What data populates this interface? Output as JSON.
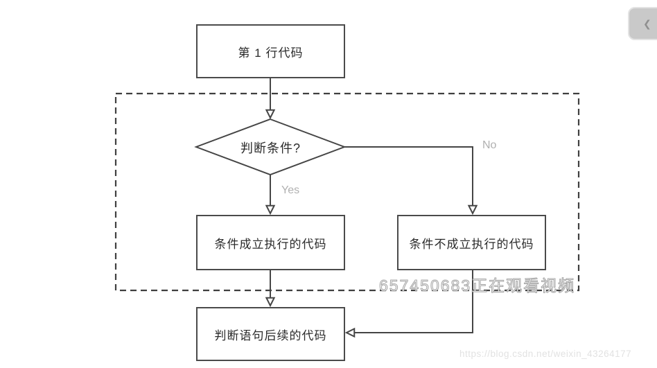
{
  "flowchart": {
    "start": {
      "label": "第 1 行代码"
    },
    "condition": {
      "label": "判断条件?"
    },
    "branch_true": {
      "label": "条件成立执行的代码"
    },
    "branch_false": {
      "label": "条件不成立执行的代码"
    },
    "end": {
      "label": "判断语句后续的代码"
    },
    "edge_labels": {
      "yes": "Yes",
      "no": "No"
    }
  },
  "watermarks": {
    "viewer": "657450683正在观看视频",
    "url": "https://blog.csdn.net/weixin_43264177"
  },
  "corner_button": {
    "glyph": "❮"
  },
  "colors": {
    "line": "#454545",
    "node_border": "#4a4a4a",
    "edge_label": "#b0b0b0",
    "watermark_viewer_outline": "#8c8c8c",
    "watermark_url": "#e2e2e2",
    "corner_button_bg": "#c9c9c9"
  }
}
